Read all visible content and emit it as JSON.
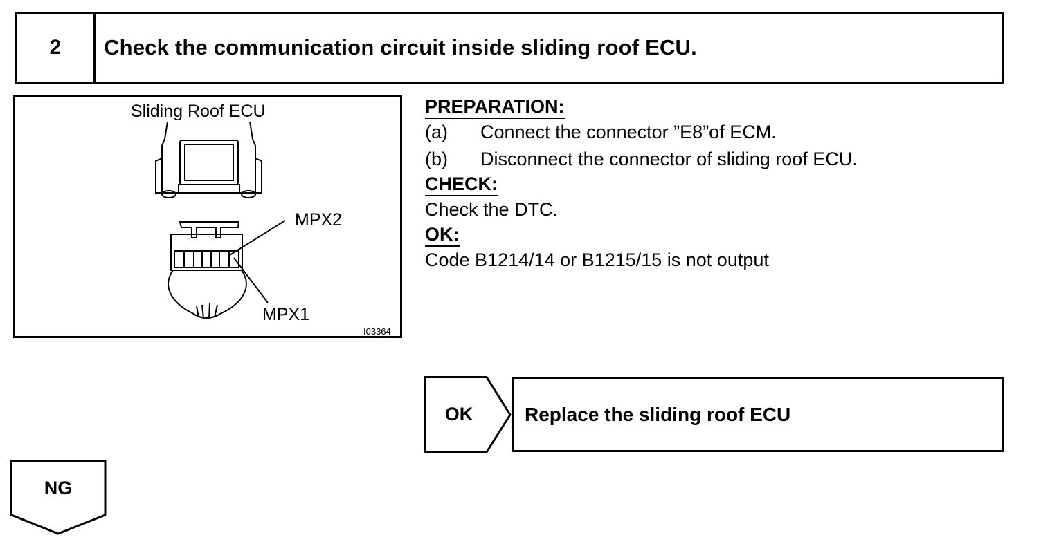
{
  "step": {
    "number": "2",
    "title": "Check the communication circuit inside sliding roof ECU."
  },
  "figure": {
    "ecu_label": "Sliding Roof ECU",
    "pin_mpx2": "MPX2",
    "pin_mpx1": "MPX1",
    "figure_id": "I03364"
  },
  "preparation": {
    "heading": "PREPARATION:",
    "steps": [
      {
        "label": "(a)",
        "text": "Connect the connector ”E8”of ECM."
      },
      {
        "label": "(b)",
        "text": "Disconnect the connector of sliding roof ECU."
      }
    ]
  },
  "check": {
    "heading": "CHECK:",
    "text": "Check the DTC."
  },
  "ok_criteria": {
    "heading": "OK:",
    "text": "Code B1214/14 or B1215/15 is not output"
  },
  "ok_branch": {
    "label": "OK",
    "result": "Replace the sliding roof ECU"
  },
  "ng_branch": {
    "label": "NG"
  }
}
